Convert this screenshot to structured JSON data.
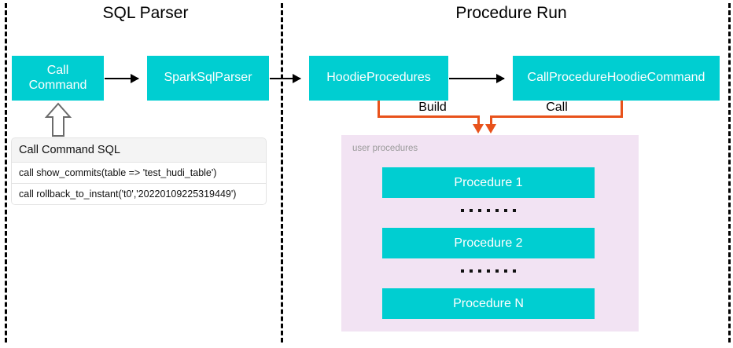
{
  "diagram": {
    "sections": [
      {
        "id": "sql-parser",
        "title": "SQL Parser"
      },
      {
        "id": "procedure-run",
        "title": "Procedure Run"
      }
    ],
    "nodes": {
      "call_command": "Call\nCommand",
      "spark_sql_parser": "SparkSqlParser",
      "hoodie_procedures": "HoodieProcedures",
      "call_procedure_hoodie_command": "CallProcedureHoodieCommand"
    },
    "connectors": {
      "build_label": "Build",
      "call_label": "Call"
    },
    "sql_examples": {
      "header": "Call Command SQL",
      "rows": [
        "call show_commits(table => 'test_hudi_table')",
        "call rollback_to_instant('t0','20220109225319449')"
      ]
    },
    "user_procedures": {
      "label": "user procedures",
      "items": [
        {
          "name": "Procedure 1"
        },
        {
          "name": "Procedure 2"
        },
        {
          "name": "Procedure N"
        }
      ],
      "ellipsis": "......."
    },
    "colors": {
      "node_fill": "#00CED1",
      "node_text": "#FFFFFF",
      "panel_fill": "#F2E3F3",
      "connector_orange": "#E8521B",
      "arrow_black": "#000000",
      "divider": "#000000"
    }
  }
}
